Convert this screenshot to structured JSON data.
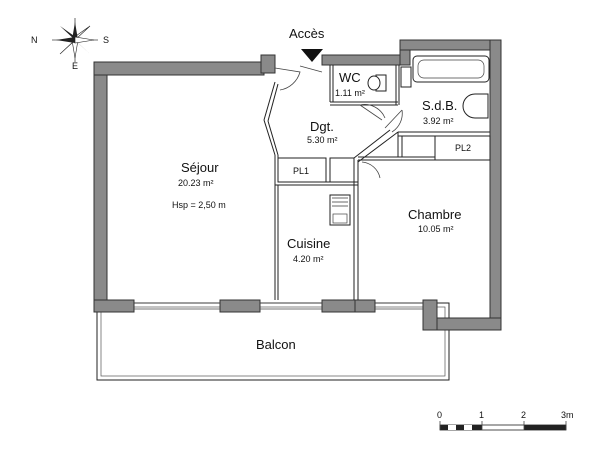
{
  "compass": {
    "north": "N",
    "south": "S",
    "east": "E"
  },
  "access": "Accès",
  "rooms": {
    "sejour": {
      "name": "Séjour",
      "area": "20.23 m²",
      "hsp": "Hsp =  2,50 m"
    },
    "wc": {
      "name": "WC",
      "area": "1.11 m²"
    },
    "sdb": {
      "name": "S.d.B.",
      "area": "3.92 m²"
    },
    "dgt": {
      "name": "Dgt.",
      "area": "5.30 m²"
    },
    "pl1": {
      "name": "PL1"
    },
    "pl2": {
      "name": "PL2"
    },
    "cuisine": {
      "name": "Cuisine",
      "area": "4.20 m²"
    },
    "chambre": {
      "name": "Chambre",
      "area": "10.05 m²"
    },
    "balcon": {
      "name": "Balcon"
    }
  },
  "scale": {
    "labels": [
      "0",
      "1",
      "2",
      "3m"
    ]
  }
}
